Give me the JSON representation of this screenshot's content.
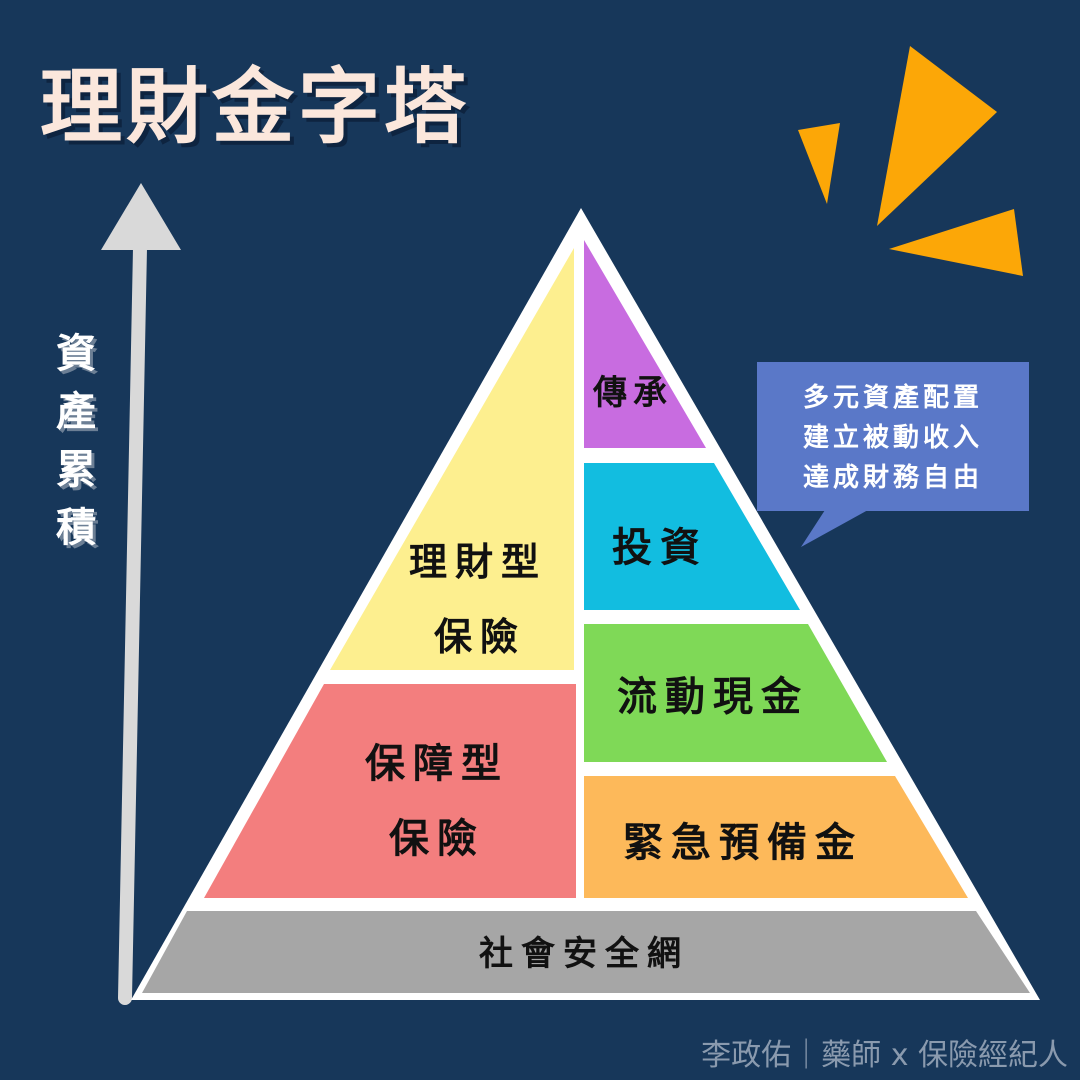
{
  "title": "理財金字塔",
  "axis_label": [
    "資",
    "產",
    "累",
    "積"
  ],
  "tiers": {
    "legacy": "傳承",
    "investment": "投資",
    "liquidity": "流動現金",
    "emergency": "緊急預備金",
    "wealth_insurance": [
      "理財型",
      "保險"
    ],
    "protection_insurance": [
      "保障型",
      "保險"
    ],
    "social_security": "社會安全網"
  },
  "bubble": [
    "多元資產配置",
    "建立被動收入",
    "達成財務自由"
  ],
  "footer": "李政佑｜藥師 x 保險經紀人",
  "colors": {
    "background": "#17375a",
    "legacy": "#c86ce0",
    "investment": "#12bde0",
    "liquidity": "#7fd957",
    "emergency": "#fdb95a",
    "wealth_insurance": "#fdef8f",
    "protection_insurance": "#f37e7e",
    "social_security": "#a6a6a6",
    "bubble": "#5a78c8",
    "accent": "#fca707"
  }
}
